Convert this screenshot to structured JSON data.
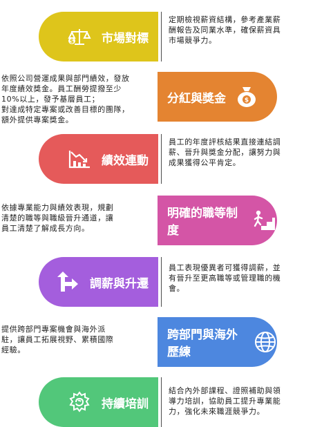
{
  "colors": {
    "market": "#dec51b",
    "bonus": "#e48431",
    "performance": "#e55a5a",
    "grade": "#d455a6",
    "promotion": "#a45edd",
    "global": "#4d87df",
    "training": "#52c77a"
  },
  "items": [
    {
      "title": "市場對標",
      "icon": "scale-money-icon",
      "desc": [
        "定期檢視薪資結構，參考產業薪",
        "酬報告及同業水準，確保薪資具",
        "市場競爭力。"
      ]
    },
    {
      "title": "分紅與獎金",
      "icon": "money-bag-icon",
      "desc": [
        "依照公司營運成果與部門績效，發放",
        "年度績效獎金。員工酬勞提撥至少",
        "10%以上，發予基層員工；",
        "對達成特定專案或改善目標的團隊，",
        "額外提供專案獎金。"
      ]
    },
    {
      "title": "績效連動",
      "icon": "chart-decline-icon",
      "desc": [
        "員工的年度評核結果直接連結調",
        "薪、晉升與獎金分配，讓努力與",
        "成果獲得公平肯定。"
      ]
    },
    {
      "title": "明確的職等制度",
      "icon": "stairs-climb-icon",
      "desc": [
        "依據專業能力與績效表現，規劃",
        "清楚的職等與職級晉升通道，讓",
        "員工清楚了解成長方向。"
      ]
    },
    {
      "title": "調薪與升遷",
      "icon": "split-arrow-icon",
      "desc": [
        "員工表現優異者可獲得調薪，並",
        "有晉升至更高職等或管理職的機",
        "會。"
      ]
    },
    {
      "title": "跨部門與海外歷練",
      "icon": "globe-icon",
      "desc": [
        "提供跨部門專案機會與海外派",
        "駐，讓員工拓展視野、累積國際",
        "經驗。"
      ]
    },
    {
      "title": "持續培訓",
      "icon": "gear-brain-icon",
      "desc": [
        "結合內外部課程、證照補助與領",
        "導力培訓，協助員工提升專業能",
        "力，強化未來職涯競爭力。"
      ]
    }
  ]
}
